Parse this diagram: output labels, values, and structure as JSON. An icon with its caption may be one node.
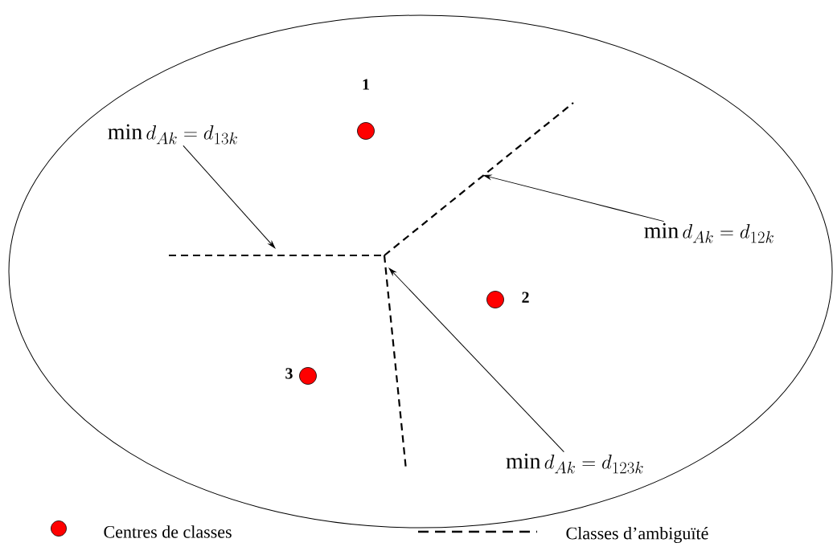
{
  "diagram": {
    "nodes": [
      {
        "text": [],
        "shape": "ellipse"
      },
      {
        "text": [],
        "shape": "circle",
        "beside": [
          "1"
        ],
        "in": 0
      },
      {
        "text": [],
        "shape": "circle",
        "beside": [
          "2"
        ],
        "in": 0
      },
      {
        "text": [],
        "shape": "circle",
        "beside": [
          "3"
        ],
        "in": 0
      },
      {
        "text": [
          "\\min d_{Ak} = d_{13k}"
        ],
        "in": 0
      },
      {
        "text": [
          "\\min d_{Ak} = d_{12k}"
        ],
        "in": 0
      },
      {
        "text": [
          "\\min d_{Ak} = d_{123k}"
        ],
        "in": 0
      }
    ],
    "edges": [
      {
        "from": 4,
        "to": null,
        "arrow": "to"
      },
      {
        "from": 5,
        "to": null,
        "arrow": "to"
      },
      {
        "from": 6,
        "to": null,
        "arrow": "to"
      }
    ],
    "legend": [
      {
        "text": "Centres de classes"
      },
      {
        "text": "Classes d’ambiguïté"
      }
    ]
  }
}
